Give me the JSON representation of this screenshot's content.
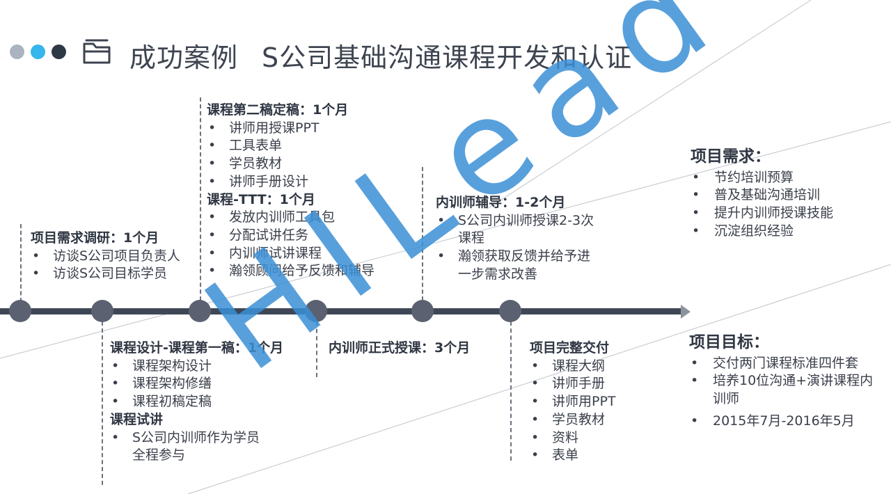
{
  "header": {
    "title_part1": "成功案例",
    "title_part2": "S公司基础沟通课程开发和认证",
    "dot_colors": [
      "#aab3c0",
      "#35b6ec",
      "#2f3845"
    ]
  },
  "watermark": {
    "text": "HILead"
  },
  "timeline": {
    "stage1": {
      "title": "项目需求调研：1个月",
      "items": [
        "访谈S公司项目负责人",
        "访谈S公司目标学员"
      ]
    },
    "stage2": {
      "title": "课程设计-课程第一稿：1个月",
      "items": [
        "课程架构设计",
        "课程架构修缮",
        "课程初稿定稿"
      ],
      "sub_title": "课程试讲",
      "sub_items": [
        "S公司内训师作为学员全程参与"
      ]
    },
    "stage3": {
      "title": "课程第二稿定稿：1个月",
      "items": [
        "讲师用授课PPT",
        "工具表单",
        "学员教材",
        "讲师手册设计"
      ],
      "sub_title": "课程-TTT：1个月",
      "sub_items": [
        "发放内训师工具包",
        "分配试讲任务",
        "内训师试讲课程",
        "瀚领顾问给予反馈和辅导"
      ]
    },
    "stage4": {
      "title": "内训师正式授课：3个月"
    },
    "stage5": {
      "title": "内训师辅导：1-2个月",
      "items": [
        "S公司内训师授课2-3次课程",
        "瀚领获取反馈并给予进一步需求改善"
      ]
    },
    "stage6": {
      "title": "项目完整交付",
      "items": [
        "课程大纲",
        "讲师手册",
        "讲师用PPT",
        "学员教材",
        "资料",
        "表单"
      ]
    }
  },
  "project_needs": {
    "title": "项目需求：",
    "items": [
      "节约培训预算",
      "普及基础沟通培训",
      "提升内训师授课技能",
      "沉淀组织经验"
    ]
  },
  "project_goals": {
    "title": "项目目标：",
    "items": [
      "交付两门课程标准四件套",
      "培养10位沟通+演讲课程内训师",
      "2015年7月-2016年5月"
    ]
  }
}
